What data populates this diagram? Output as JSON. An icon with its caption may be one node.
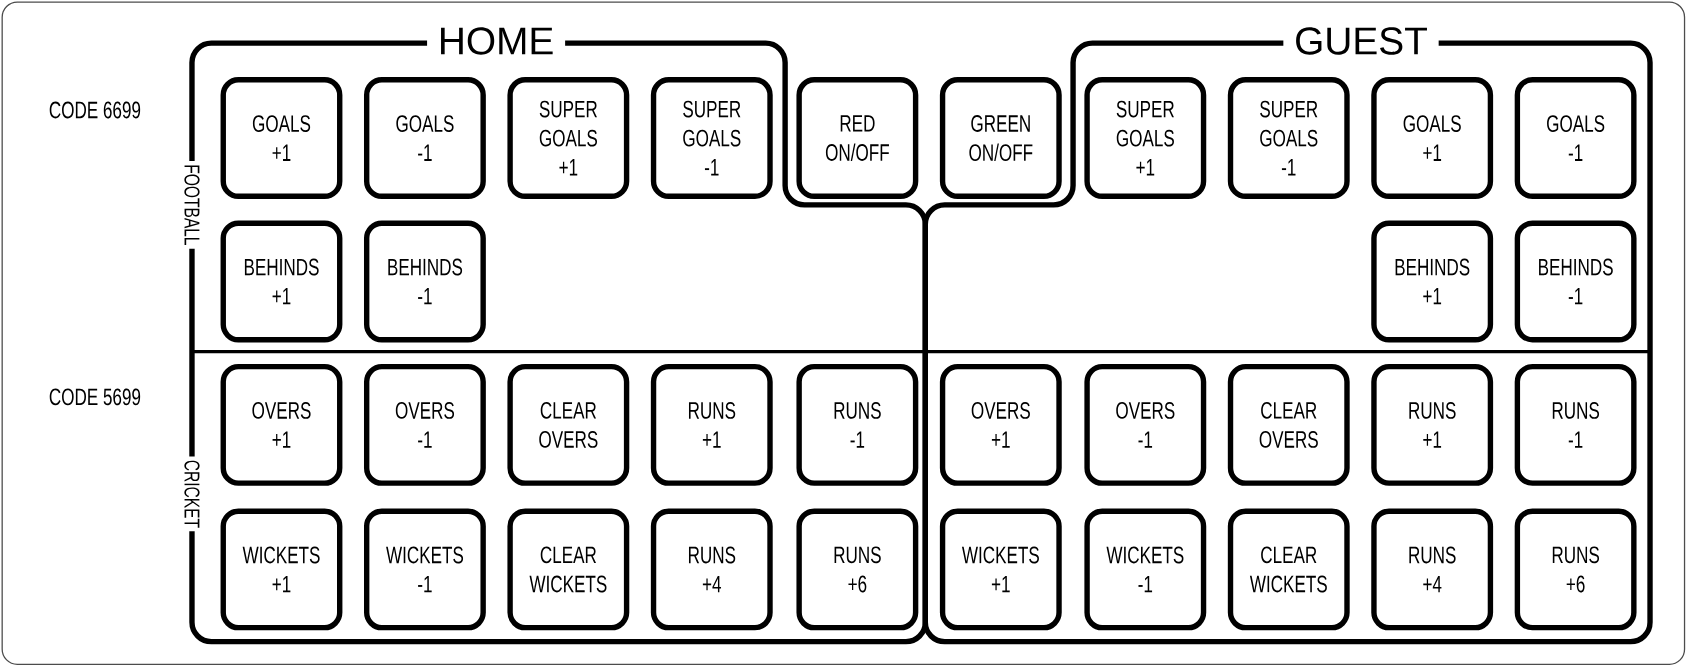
{
  "diagram": {
    "nodes": [
      {
        "text": [
          "HOME"
        ]
      },
      {
        "text": [
          "GUEST"
        ]
      },
      {
        "text": [
          "GOALS +1"
        ],
        "in": 0
      },
      {
        "text": [
          "GOALS -1"
        ],
        "in": 0
      },
      {
        "text": [
          "SUPER GOALS +1"
        ],
        "in": 0
      },
      {
        "text": [
          "SUPER GOALS -1"
        ],
        "in": 0
      },
      {
        "text": [
          "RED ON/OFF"
        ]
      },
      {
        "text": [
          "GREEN ON/OFF"
        ]
      },
      {
        "text": [
          "SUPER GOALS +1"
        ],
        "in": 1
      },
      {
        "text": [
          "SUPER GOALS -1"
        ],
        "in": 1
      },
      {
        "text": [
          "GOALS +1"
        ],
        "in": 1
      },
      {
        "text": [
          "GOALS -1"
        ],
        "in": 1
      },
      {
        "text": [
          "BEHINDS +1"
        ],
        "in": 0
      },
      {
        "text": [
          "BEHINDS -1"
        ],
        "in": 0
      },
      {
        "text": [
          "BEHINDS +1"
        ],
        "in": 1
      },
      {
        "text": [
          "BEHINDS -1"
        ],
        "in": 1
      },
      {
        "text": [
          "OVERS +1"
        ],
        "in": 0
      },
      {
        "text": [
          "OVERS -1"
        ],
        "in": 0
      },
      {
        "text": [
          "CLEAR OVERS"
        ],
        "in": 0
      },
      {
        "text": [
          "RUNS +1"
        ],
        "in": 0
      },
      {
        "text": [
          "RUNS -1"
        ],
        "in": 0
      },
      {
        "text": [
          "OVERS +1"
        ],
        "in": 1
      },
      {
        "text": [
          "OVERS -1"
        ],
        "in": 1
      },
      {
        "text": [
          "CLEAR OVERS"
        ],
        "in": 1
      },
      {
        "text": [
          "RUNS +1"
        ],
        "in": 1
      },
      {
        "text": [
          "RUNS -1"
        ],
        "in": 1
      },
      {
        "text": [
          "WICKETS +1"
        ],
        "in": 0
      },
      {
        "text": [
          "WICKETS -1"
        ],
        "in": 0
      },
      {
        "text": [
          "CLEAR WICKETS"
        ],
        "in": 0
      },
      {
        "text": [
          "RUNS +4"
        ],
        "in": 0
      },
      {
        "text": [
          "RUNS +6"
        ],
        "in": 0
      },
      {
        "text": [
          "WICKETS +1"
        ],
        "in": 1
      },
      {
        "text": [
          "WICKETS -1"
        ],
        "in": 1
      },
      {
        "text": [
          "CLEAR WICKETS"
        ],
        "in": 1
      },
      {
        "text": [
          "RUNS +4"
        ],
        "in": 1
      },
      {
        "text": [
          "RUNS +6"
        ],
        "in": 1
      }
    ],
    "labels": [
      "CODE 6699",
      "FOOTBALL",
      "CODE 5699",
      "CRICKET"
    ]
  }
}
